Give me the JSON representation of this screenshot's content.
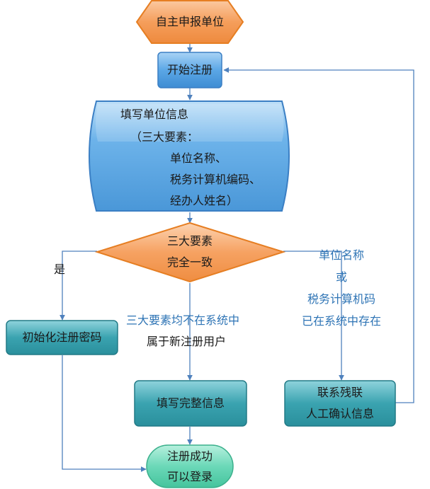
{
  "nodes": {
    "start": "自主申报单位",
    "begin_register": "开始注册",
    "fill_info": {
      "title": "填写单位信息",
      "line2": "（三大要素：",
      "line3": "单位名称、",
      "line4": "税务计算机编码、",
      "line5": "经办人姓名）"
    },
    "decision": {
      "line1": "三大要素",
      "line2": "完全一致"
    },
    "init_password": "初始化注册密码",
    "fill_complete": "填写完整信息",
    "contact": {
      "line1": "联系残联",
      "line2": "人工确认信息"
    },
    "success": {
      "line1": "注册成功",
      "line2": "可以登录"
    }
  },
  "edge_labels": {
    "yes": "是",
    "none_exist": {
      "line1": "三大要素均不在系统中",
      "line2": "属于新注册用户"
    },
    "partial_exist": {
      "line1": "单位名称",
      "line2": "或",
      "line3": "税务计算机码",
      "line4": "已在系统中存在"
    }
  },
  "colors": {
    "orange": "#f59e5b",
    "blue": "#4a97d8",
    "teal": "#2a8f9c",
    "green": "#5fd3b0",
    "line": "#4f81bd",
    "label_blue": "#2e74b5"
  }
}
